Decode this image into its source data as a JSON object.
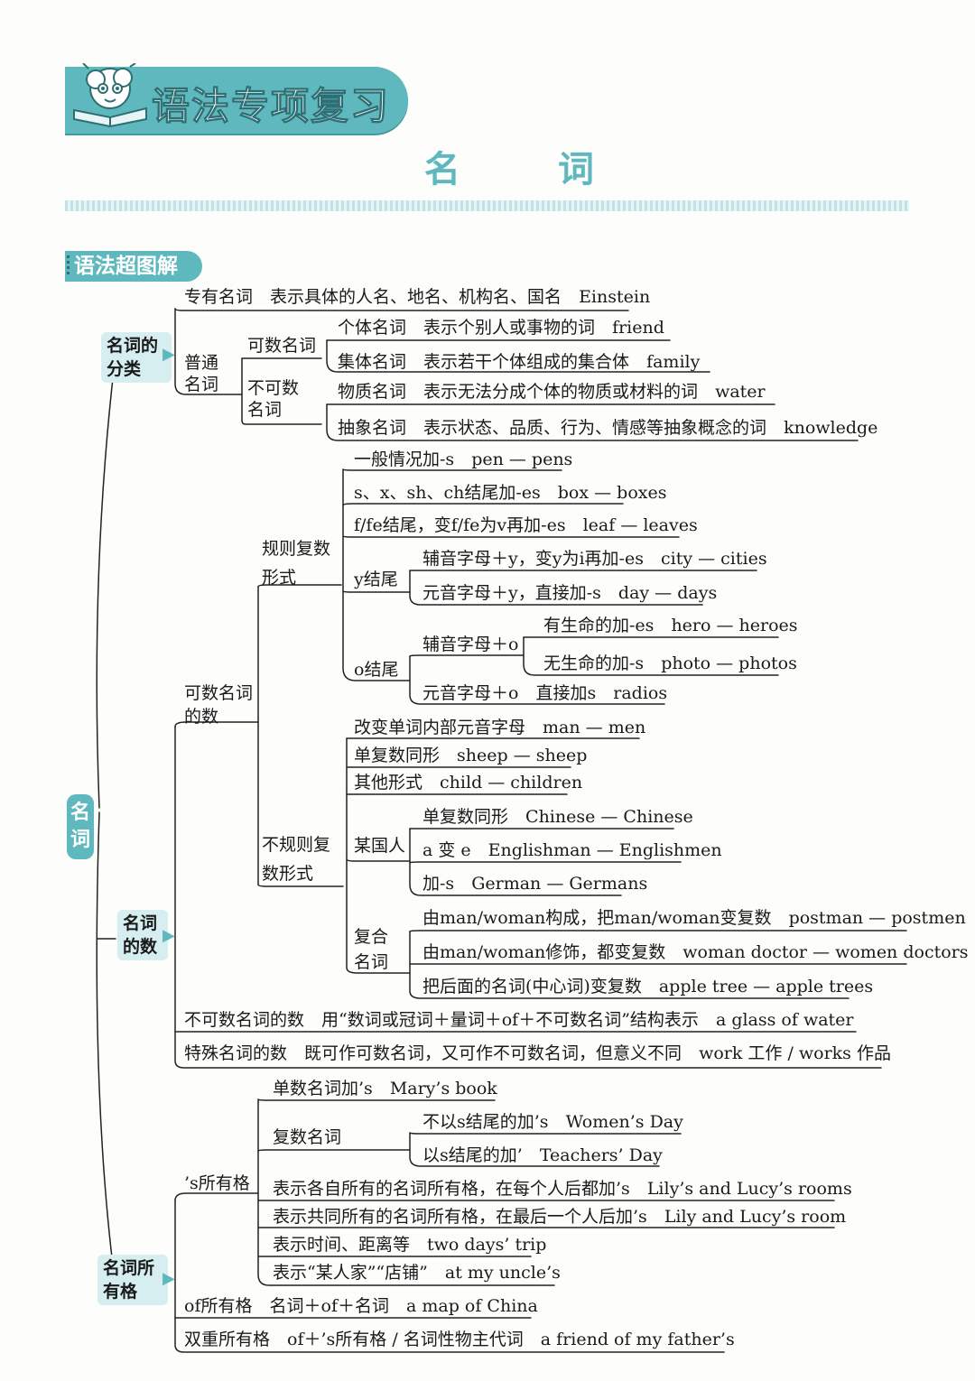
{
  "header": {
    "banner": "语法专项复习",
    "title": "名　词"
  },
  "section": "语法超图解",
  "root": "名词",
  "branches": {
    "classification": "名词的分类",
    "number": "名词的数",
    "possessive": "名词所有格"
  },
  "labels": {
    "proper": "专有名词",
    "proper_desc": "表示具体的人名、地名、机构名、国名",
    "proper_ex": "Einstein",
    "common": "普通名词",
    "countable": "可数名词",
    "uncountable": "不可数名词",
    "individual": "个体名词",
    "individual_desc": "表示个别人或事物的词",
    "individual_ex": "friend",
    "collective": "集体名词",
    "collective_desc": "表示若干个体组成的集合体",
    "collective_ex": "family",
    "material": "物质名词",
    "material_desc": "表示无法分成个体的物质或材料的词",
    "material_ex": "water",
    "abstract": "抽象名词",
    "abstract_desc": "表示状态、品质、行为、情感等抽象概念的词",
    "abstract_ex": "knowledge",
    "countable_num": "可数名词的数",
    "regular": "规则复数形式",
    "r1": "一般情况加-s",
    "r1_ex": "pen — pens",
    "r2": "s、x、sh、ch结尾加-es",
    "r2_ex": "box — boxes",
    "r3": "f/fe结尾，变f/fe为v再加-es",
    "r3_ex": "leaf — leaves",
    "y_end": "y结尾",
    "y1": "辅音字母＋y，变y为i再加-es",
    "y1_ex": "city — cities",
    "y2": "元音字母＋y，直接加-s",
    "y2_ex": "day — days",
    "o_end": "o结尾",
    "o_cons": "辅音字母＋o",
    "o1": "有生命的加-es",
    "o1_ex": "hero — heroes",
    "o2": "无生命的加-s",
    "o2_ex": "photo — photos",
    "o3": "元音字母＋o",
    "o3_desc": "直接加s",
    "o3_ex": "radios",
    "irregular": "不规则复数形式",
    "i1": "改变单词内部元音字母",
    "i1_ex": "man — men",
    "i2": "单复数同形",
    "i2_ex": "sheep — sheep",
    "i3": "其他形式",
    "i3_ex": "child — children",
    "nation": "某国人",
    "n1": "单复数同形",
    "n1_ex": "Chinese — Chinese",
    "n2": "a 变 e",
    "n2_ex": "Englishman — Englishmen",
    "n3": "加-s",
    "n3_ex": "German — Germans",
    "compound": "复合名词",
    "c1": "由man/woman构成，把man/woman变复数",
    "c1_ex": "postman — postmen",
    "c2": "由man/woman修饰，都变复数",
    "c2_ex": "woman doctor — women doctors",
    "c3": "把后面的名词(中心词)变复数",
    "c3_ex": "apple tree — apple trees",
    "uncount_num": "不可数名词的数",
    "uncount_desc": "用“数词或冠词＋量词＋of＋不可数名词”结构表示",
    "uncount_ex": "a glass of water",
    "special_num": "特殊名词的数",
    "special_desc": "既可作可数名词，又可作不可数名词，但意义不同",
    "special_ex": "work 工作 / works 作品",
    "s_poss": "’s所有格",
    "p1": "单数名词加’s",
    "p1_ex": "Mary’s book",
    "plural_n": "复数名词",
    "p2": "不以s结尾的加’s",
    "p2_ex": "Women’s Day",
    "p3": "以s结尾的加’",
    "p3_ex": "Teachers’ Day",
    "p4": "表示各自所有的名词所有格，在每个人后都加’s",
    "p4_ex": "Lily’s and Lucy’s rooms",
    "p5": "表示共同所有的名词所有格，在最后一个人后加’s",
    "p5_ex": "Lily and Lucy’s room",
    "p6": "表示时间、距离等",
    "p6_ex": "two days’ trip",
    "p7": "表示“某人家”“店铺”",
    "p7_ex": "at my uncle’s",
    "of_poss": "of所有格",
    "of_desc": "名词＋of＋名词",
    "of_ex": "a map of China",
    "double_poss": "双重所有格",
    "double_desc": "of＋’s所有格 / 名词性物主代词",
    "double_ex": "a friend of my father’s"
  },
  "colors": {
    "accent": "#5fb8bd",
    "accent_light": "#d6eef0"
  }
}
